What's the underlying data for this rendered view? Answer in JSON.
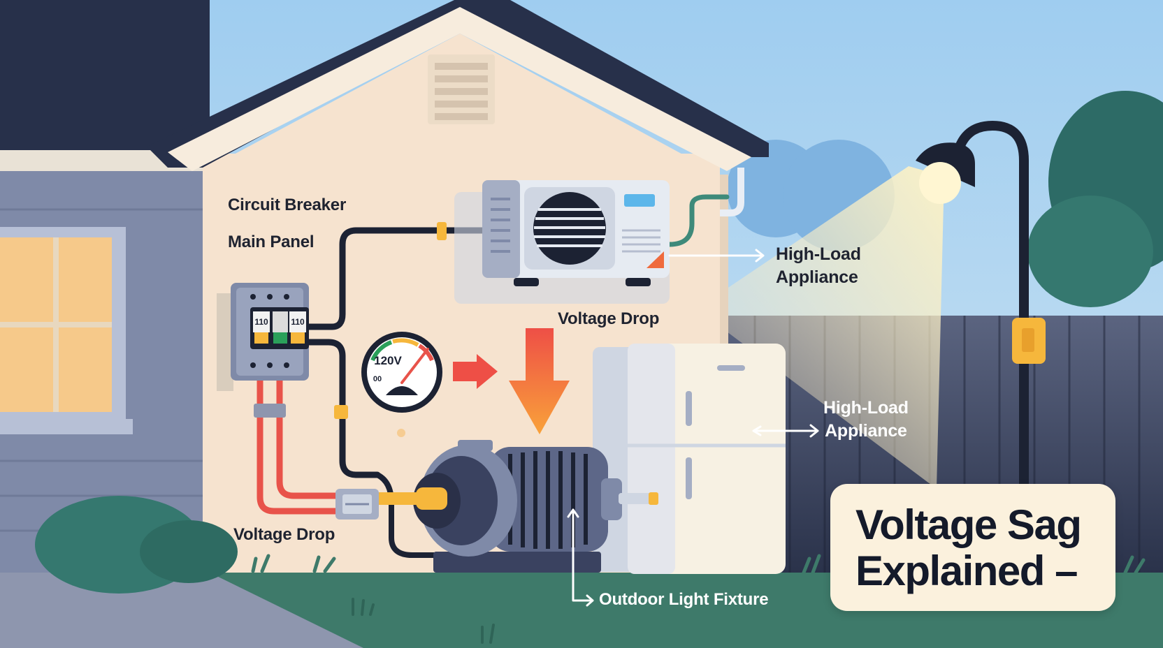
{
  "labels": {
    "circuit_breaker": "Circuit Breaker",
    "main_panel": "Main Panel",
    "voltage_drop_top": "Voltage Drop",
    "voltage_drop_bottom": "Voltage Drop",
    "high_load_1_line1": "High-Load",
    "high_load_1_line2": "Appliance",
    "high_load_2_line1": "High-Load",
    "high_load_2_line2": "Appliance",
    "outdoor_light": "Outdoor Light Fixture"
  },
  "panel": {
    "breaker_left": "110",
    "breaker_right": "110"
  },
  "meter": {
    "reading": "120V",
    "sub": "00"
  },
  "title": {
    "line1": "Voltage Sag",
    "line2": "Explained –"
  },
  "colors": {
    "sky": "#a9d2ef",
    "roof": "#27304a",
    "wall": "#f6e3cf",
    "grass": "#3e7a6a",
    "wire_red": "#e8534a",
    "wire_dark": "#1c2233",
    "arrow_orange": "#f59a3c"
  }
}
